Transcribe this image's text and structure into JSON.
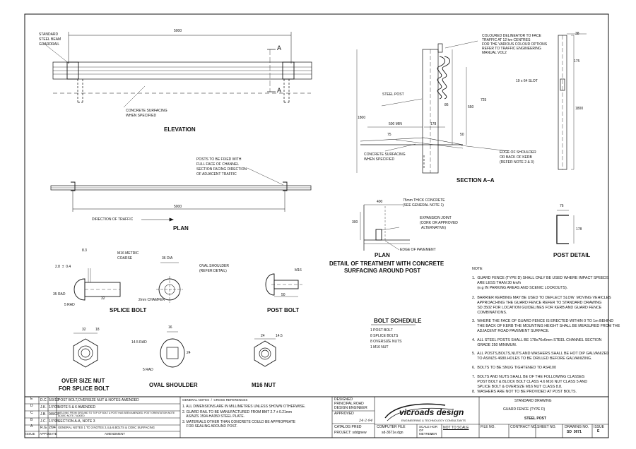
{
  "views": {
    "elevation": "ELEVATION",
    "plan": "PLAN",
    "section_aa": "SECTION A–A",
    "plan_detail_l1": "PLAN",
    "plan_detail_l2": "DETAIL OF TREATMENT WITH CONCRETE",
    "plan_detail_l3": "SURFACING AROUND POST",
    "post_detail": "POST DETAIL",
    "splice_bolt": "SPLICE BOLT",
    "post_bolt": "POST BOLT",
    "oversize_nut_l1": "OVER SIZE NUT",
    "oversize_nut_l2": "FOR SPLICE BOLT",
    "oval_shoulder": "OVAL SHOULDER",
    "m16_nut": "M16 NUT"
  },
  "elevation": {
    "guardrail_l1": "STANDARD",
    "guardrail_l2": "STEEL BEAM",
    "guardrail_l3": "GUARDRAIL",
    "dim_5000": "5000",
    "section_mark": "A",
    "concrete_l1": "CONCRETE SURFACING",
    "concrete_l2": "WHEN SPECIFIED"
  },
  "plan": {
    "note_l1": "POSTS TO BE FIXED WITH",
    "note_l2": "FULL FACE OF CHANNEL",
    "note_l3": "SECTION FACING DIRECTION",
    "note_l4": "OF ADJACENT TRAFFIC",
    "dim_5000": "5000",
    "direction": "DIRECTION OF TRAFFIC"
  },
  "section": {
    "delineator_l1": "COLOURED DELINEATOR TO FACE",
    "delineator_l2": "TRAFFIC AT 12 km CENTRES",
    "delineator_l3": "FOR THE VARIOUS COLOUR OPTIONS",
    "delineator_l4": "REFER TO TRAFFIC ENGINEERING",
    "delineator_l5": "MANUAL VOL2",
    "steel_post": "STEEL POST",
    "d86": "86",
    "d550": "550",
    "d725": "725",
    "d1800": "1800",
    "d500min": "500 MIN",
    "d178": "178",
    "d75": "75",
    "d50": "50",
    "concrete_l1": "CONCRETE SURFACING",
    "concrete_l2": "WHEN SPECIFIED",
    "shoulder_l1": "EDGE OF SHOULDER",
    "shoulder_l2": "OR BACK OF KERB",
    "shoulder_l3": "(REFER NOTE 2 & 3)"
  },
  "post": {
    "d38": "38",
    "d175": "175",
    "slot": "19 x 64 SLOT",
    "d1800": "1800",
    "d76": "76",
    "d178": "178"
  },
  "plan_detail": {
    "d400": "400",
    "d300": "300",
    "conc_l1": "75mm THICK CONCRETE",
    "conc_l2": "(SEE GENERAL NOTE 1)",
    "joint_l1": "EXPANSION JOINT",
    "joint_l2": "(CORK OR APPROVED",
    "joint_l3": "ALTERNATIVE)",
    "edge": "EDGE OF PAVEMENT"
  },
  "splice": {
    "d83": "8.3",
    "tol": "2.8  ±  0.4",
    "m16_l1": "M16 METRIC",
    "m16_l2": "COARSE",
    "d36": "36 DIA",
    "oval_l1": "OVAL SHOULDER",
    "oval_l2": "(REFER DETAIL)",
    "rad35": "35 RAD",
    "rad5": "5 RAD",
    "d32": "32",
    "chamfer": "2mm CHAMFER"
  },
  "postbolt": {
    "m16": "M16",
    "d50": "50"
  },
  "nut": {
    "d32": "32",
    "d18": "18"
  },
  "oval": {
    "d16": "16",
    "rad": "14.5 RAD",
    "d24": "24",
    "rad5": "5 RAD"
  },
  "m16nut": {
    "d24": "24",
    "d145": "14.5"
  },
  "bolt_schedule": {
    "title": "BOLT SCHEDULE",
    "items": [
      "1 POST BOLT",
      "8 SPLICE BOLTS",
      "8 OVERSIZE NUTS",
      "1 M16 NUT"
    ]
  },
  "notes": {
    "title": "NOTE",
    "lines": [
      "1.  GUARD FENCE (TYPE D) SHALL ONLY BE USED WHERE IMPACT SPEEDS",
      "     ARE LESS THAN 30 km/h",
      "     (e.g IN PARKING AREAS AND SCENIC LOOKOUTS).",
      "",
      "2.  BARRIER KERBING MAY BE USED TO DEFLECT SLOW  MOVING VEHICLES",
      "     APPROACHING THE GUARD FENCE REFER TO STANDARD DRAWING",
      "     SD 3502 FOR LOCATION GUIDELINES FOR KERB AND GUARD FENCE",
      "     COMBINATIONS.",
      "",
      "3.  WHERE THE FACE OF GUARD FENCE IS ERECTED WITHIN 0 TO 1m BEHIND",
      "     THE BACK OF KERB THE MOUNTING HEIGHT SHALL BE MEASURED FROM THE",
      "     ADJACENT ROAD PAVEMENT SURFACE.",
      "",
      "4.  ALL STEEL POSTS SHALL BE 178x76x6mm STEEL CHANNEL SECTION",
      "     GRADE 250 MINIMUM.",
      "",
      "5.  ALL POSTS,BOLTS,NUTS AND WASHERS SHALL BE HOT DIP GALVANIZED",
      "     TO AS/NZS 4680.HOLES TO BE DRILLED BEFORE GALVANIZING.",
      "",
      "6.  BOLTS TO BE SNUG TIGHTENED TO AS4100",
      "",
      "7.  BOLTS AND NUTS SHALL BE OF THE FOLLOWING CLASSES",
      "     POST BOLT & BLOCK BOLT CLASS 4.6 M16 NUT CLASS 5 AND",
      "     SPLICE BOLT & OVERSIZE M16 NUT CLASS 8.8.",
      "",
      "8.  WASHERS ARE NOT TO BE PROVIDED AT POST BOLTS."
    ]
  },
  "revisions": [
    {
      "issue": "E",
      "appd": "D.C.",
      "date": "5/3/12",
      "amendment": "POST BOLT,OVERSIZE NUT & NOTES AMENDED"
    },
    {
      "issue": "D",
      "appd": "J.K.",
      "date": "1/7/05",
      "amendment": "NOTE 5 & 6 AMENDED"
    },
    {
      "issue": "C",
      "appd": "J.B.",
      "date": "9/8/03",
      "amendment": "WELDING FROM GROUND TO TOP OF BOLT & POST HAS BEEN AMENDED. POST ORIENTATION NOTE ADDED NOTE 7 ADDED"
    },
    {
      "issue": "B",
      "appd": "J.C.",
      "date": "1/7/95",
      "amendment": "SECTION A-A, NOTE 3"
    },
    {
      "issue": "A",
      "appd": "R.G.",
      "date": "2/94",
      "amendment": "GENERAL NOTES 1 TO 3 NOTES 2,4,& 6.BOLTS & CONC SURFACING"
    }
  ],
  "rev_headers": {
    "issue": "ISSUE",
    "appd": "APP'D",
    "date": "DATE",
    "amendment": "AMENDMENT"
  },
  "general_notes": {
    "title": "GENERAL NOTES  /  CROSS REFERENCES",
    "lines": [
      "1. ALL DIMENSIONS ARE IN MILLIMETRES UNLESS SHOWN OTHERWISE.",
      "2. GUARD RAIL TO BE MANUFACTURED FROM BMT 2.7 ± 0.21mm",
      "    AS/NZS 1594-HA350 STEEL PLATE.",
      "3. MATERIALS OTHER THAN CONCRETE COULD BE APPROPRIATE",
      "    FOR SEALING AROUND POST."
    ]
  },
  "title_block": {
    "designed_l1": "DESIGNED",
    "designed_l2": "PRINCIPAL ROAD",
    "designed_l3": "DESIGN ENGINEER",
    "approved": "APPROVED",
    "approved_date": "24-2-94",
    "catalog": "CATALOG PRED",
    "project": "PROJECT: sddgnew",
    "logo": "vicroads design",
    "logo_sub": "ENGINEERING & TECHNOLOGY CONSULTANTS",
    "computer_file": "COMPUTER FILE",
    "file_name": "sd-3671e.dgn",
    "scale": "SCALE",
    "of": "OF",
    "metres": "METRES",
    "hor": "HOR",
    "ver": "VER",
    "not_to_scale": "NOT TO SCALE",
    "file_no": "FILE NO.",
    "contract_no": "CONTRACT NO.",
    "sheet_no": "SHEET NO.",
    "standard_drawing": "STANDARD DRAWING",
    "drawing_title": "GUARD FENCE (TYPE D)",
    "drawing_subtitle": "STEEL POST",
    "drawing_no_label": "DRAWING NO.",
    "drawing_no": "SD  3671",
    "issue_label": "ISSUE",
    "issue": "E"
  }
}
